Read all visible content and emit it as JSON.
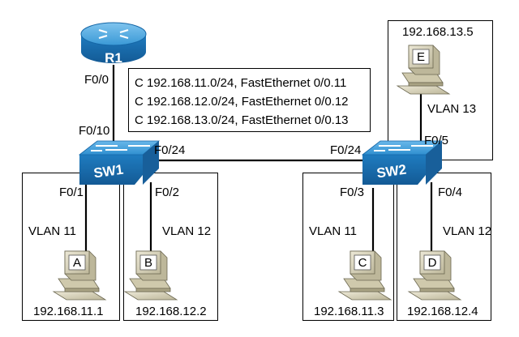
{
  "router": {
    "name": "R1",
    "port": "F0/0"
  },
  "switch1": {
    "name": "SW1",
    "ports": {
      "up": "F0/10",
      "pc_a": "F0/1",
      "pc_b": "F0/2",
      "trunk": "F0/24"
    }
  },
  "switch2": {
    "name": "SW2",
    "ports": {
      "trunk": "F0/24",
      "pc_c": "F0/3",
      "pc_d": "F0/4",
      "pc_e": "F0/5"
    }
  },
  "routes": [
    "C 192.168.11.0/24, FastEthernet 0/0.11",
    "C 192.168.12.0/24, FastEthernet 0/0.12",
    "C 192.168.13.0/24, FastEthernet 0/0.13"
  ],
  "hosts": {
    "a": {
      "letter": "A",
      "vlan": "VLAN 11",
      "ip": "192.168.11.1"
    },
    "b": {
      "letter": "B",
      "vlan": "VLAN 12",
      "ip": "192.168.12.2"
    },
    "c": {
      "letter": "C",
      "vlan": "VLAN 11",
      "ip": "192.168.11.3"
    },
    "d": {
      "letter": "D",
      "vlan": "VLAN 12",
      "ip": "192.168.12.4"
    },
    "e": {
      "letter": "E",
      "vlan": "VLAN 13",
      "ip": "192.168.13.5"
    }
  },
  "colors": {
    "device_blue": "#2f8fd0",
    "device_dark": "#1566a6",
    "pc_beige": "#d8d3b8"
  }
}
